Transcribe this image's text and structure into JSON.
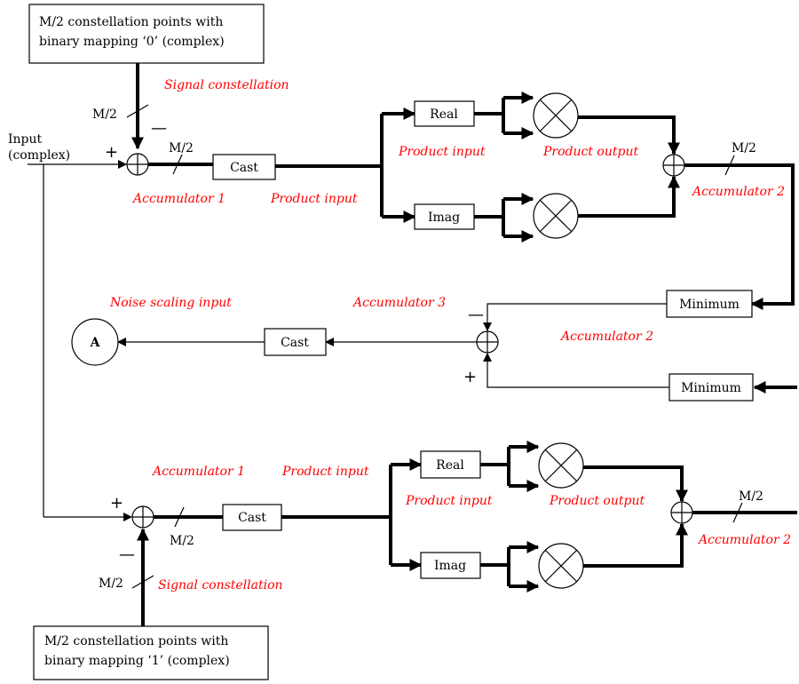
{
  "top": {
    "source_box": [
      "M/2 constellation points with",
      "binary mapping ‘0’ (complex)"
    ],
    "m2_vert": "M/2",
    "m2_horiz": "M/2",
    "m2_out": "M/2",
    "cast": "Cast",
    "real": "Real",
    "imag": "Imag",
    "lbl_signal_constellation": "Signal constellation",
    "lbl_accumulator_1": "Accumulator 1",
    "lbl_product_input_main": "Product input",
    "lbl_product_input_branch": "Product input",
    "lbl_product_output": "Product output",
    "lbl_accumulator_2": "Accumulator 2"
  },
  "input": [
    "Input",
    "(complex)"
  ],
  "middle": {
    "minimum_top": "Minimum",
    "minimum_bottom": "Minimum",
    "cast": "Cast",
    "connector": "A",
    "lbl_noise_scaling_input": "Noise scaling input",
    "lbl_accumulator_3": "Accumulator 3",
    "lbl_accumulator_2": "Accumulator 2"
  },
  "bottom": {
    "source_box": [
      "M/2 constellation points with",
      "binary mapping ‘1’ (complex)"
    ],
    "m2_vert": "M/2",
    "m2_horiz": "M/2",
    "m2_out": "M/2",
    "cast": "Cast",
    "real": "Real",
    "imag": "Imag",
    "lbl_signal_constellation": "Signal constellation",
    "lbl_accumulator_1": "Accumulator 1",
    "lbl_product_input_main": "Product input",
    "lbl_product_input_branch": "Product input",
    "lbl_product_output": "Product output",
    "lbl_accumulator_2": "Accumulator 2"
  },
  "signs": {
    "plus": "+",
    "minus": "—"
  }
}
